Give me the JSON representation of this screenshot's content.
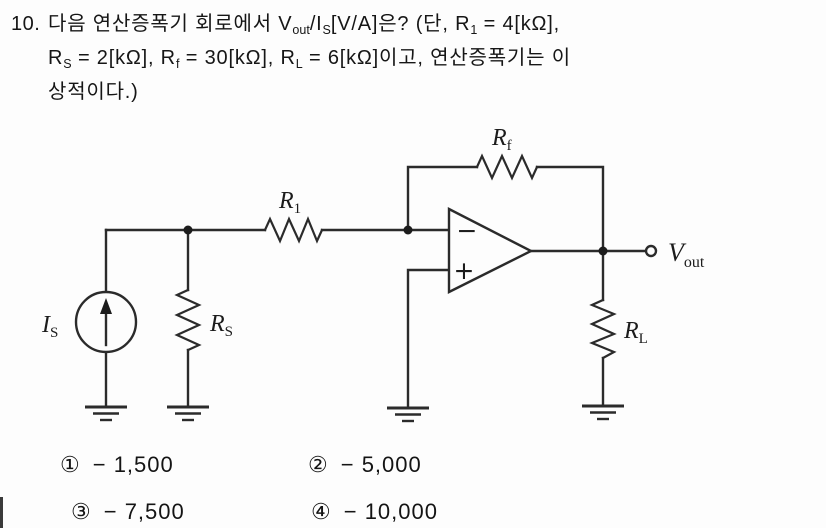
{
  "question": {
    "number": "10.",
    "line1": [
      "다음 연산증폭기 회로에서 V",
      "out",
      "/I",
      "S",
      "[V/A]은? (단, R",
      "1",
      " = 4[kΩ],"
    ],
    "line2": [
      "R",
      "S",
      " = 2[kΩ], R",
      "f",
      " = 30[kΩ], R",
      "L",
      " = 6[kΩ]이고, 연산증폭기는 이"
    ],
    "line3": "상적이다.)"
  },
  "circuit": {
    "ink_color": "#2b2b2b",
    "labels": {
      "r1": {
        "base": "R",
        "sub": "1"
      },
      "rf": {
        "base": "R",
        "sub": "f"
      },
      "rs": {
        "base": "R",
        "sub": "S"
      },
      "rl": {
        "base": "R",
        "sub": "L"
      },
      "is": {
        "base": "I",
        "sub": "S"
      },
      "vout": {
        "base": "V",
        "sub": "out"
      },
      "inverting_input": "−",
      "noninverting_input": "+"
    }
  },
  "options": [
    {
      "marker": "①",
      "value": "− 1,500"
    },
    {
      "marker": "②",
      "value": "− 5,000"
    },
    {
      "marker": "③",
      "value": "− 7,500"
    },
    {
      "marker": "④",
      "value": "− 10,000"
    }
  ]
}
